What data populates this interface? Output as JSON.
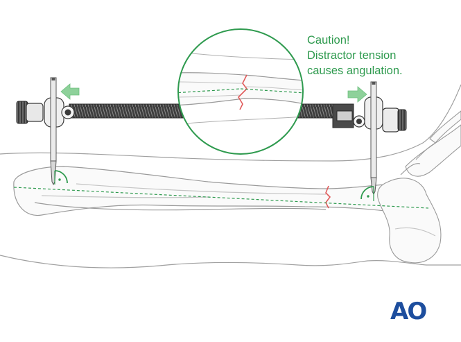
{
  "caution": {
    "line1": "Caution!",
    "line2": "Distractor tension",
    "line3": "causes angulation."
  },
  "logo": {
    "text": "AO"
  },
  "colors": {
    "accent_green": "#2e9a4e",
    "arrow_green": "#8ed19a",
    "fracture_red": "#e05a5a",
    "bone_outline": "#9a9a9a",
    "distractor_dark": "#3a3a3a",
    "logo_blue": "#1d4e9e"
  },
  "icons": {
    "left_arrow": "left-arrow-icon",
    "right_arrow": "right-arrow-icon",
    "right_angle_left": "right-angle-marker-icon",
    "right_angle_right": "right-angle-marker-icon"
  }
}
